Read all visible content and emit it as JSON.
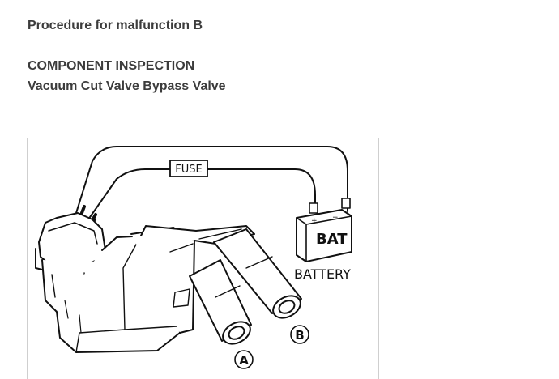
{
  "headings": {
    "procedure": "Procedure for malfunction B",
    "section": "COMPONENT INSPECTION",
    "component": "Vacuum Cut Valve Bypass Valve"
  },
  "figure": {
    "fuse_label": "FUSE",
    "battery_symbol": "BAT",
    "battery_label": "BATTERY",
    "port_a": "A",
    "port_b": "B",
    "terminal_plus": "+",
    "terminal_minus": "−"
  }
}
